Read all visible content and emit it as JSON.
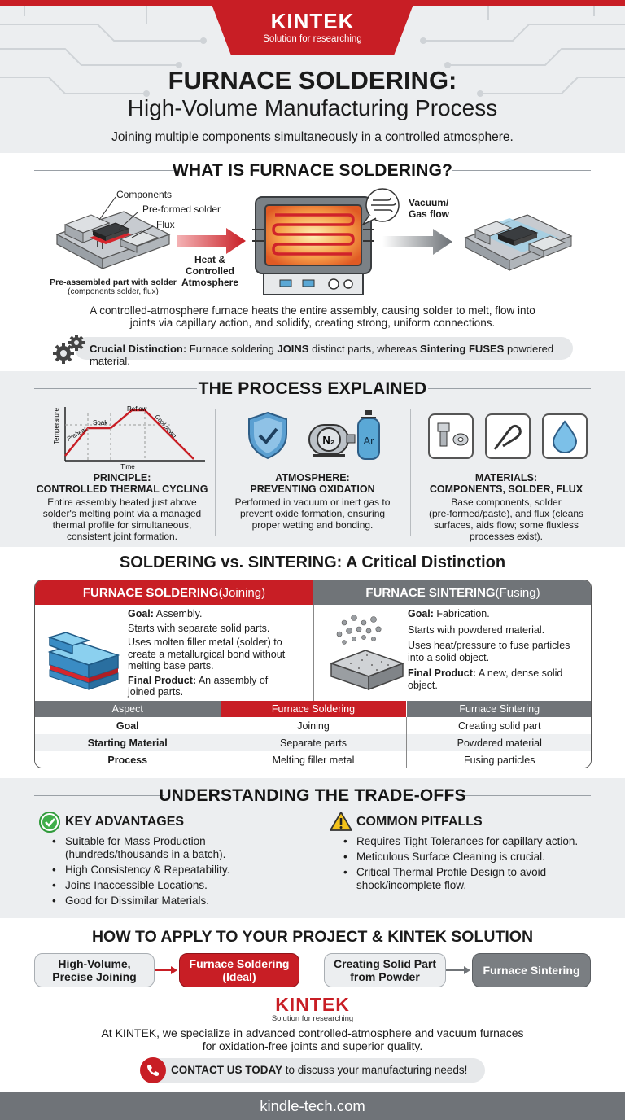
{
  "brand": {
    "name": "KINTEK",
    "tagline": "Solution for researching",
    "color": "#c81e25"
  },
  "header": {
    "title_line1": "FURNACE SOLDERING:",
    "title_line2": "High-Volume Manufacturing Process",
    "subtitle": "Joining multiple components simultaneously in a controlled atmosphere."
  },
  "what_is": {
    "heading": "WHAT IS FURNACE SOLDERING?",
    "label_components": "Components",
    "label_preformed": "Pre-formed solder",
    "label_flux": "Flux",
    "part_caption_bold": "Pre-assembled part with solder",
    "part_caption_sub": "(components solder, flux)",
    "arrow_label_1": "Heat &",
    "arrow_label_2": "Controlled",
    "arrow_label_3": "Atmosphere",
    "bubble_line1": "Vacuum/",
    "bubble_line2": "Gas flow",
    "description_1": "A controlled-atmosphere furnace heats the entire assembly, causing solder to melt, flow into",
    "description_2": "joints via capillary action, and solidify, creating strong, uniform connections.",
    "distinction_lead": "Crucial Distinction:",
    "distinction_t1": " Furnace soldering ",
    "distinction_b1": "JOINS",
    "distinction_t2": " distinct parts, whereas ",
    "distinction_b2": "Sintering FUSES",
    "distinction_t3": " powdered material."
  },
  "process": {
    "heading": "THE PROCESS EXPLAINED",
    "graph": {
      "ylabel": "Temperature",
      "xlabel": "Time",
      "phases": [
        "Preheat",
        "Soak",
        "Reflow",
        "Cool down"
      ]
    },
    "columns": [
      {
        "title_1": "PRINCIPLE:",
        "title_2": "CONTROLLED THERMAL CYCLING",
        "body": [
          "Entire assembly heated just above",
          "solder's melting point via a managed",
          "thermal profile for simultaneous,",
          "consistent joint formation."
        ]
      },
      {
        "title_1": "ATMOSPHERE:",
        "title_2": "PREVENTING OXIDATION",
        "body": [
          "Performed in vacuum or inert gas to",
          "prevent oxide formation, ensuring",
          "proper wetting and bonding."
        ],
        "gas_1": "N₂",
        "gas_2": "Ar"
      },
      {
        "title_1": "MATERIALS:",
        "title_2": "COMPONENTS, SOLDER, FLUX",
        "body": [
          "Base components, solder",
          "(pre-formed/paste), and flux (cleans",
          "surfaces, aids flow; some fluxless",
          "processes exist)."
        ]
      }
    ]
  },
  "comparison": {
    "heading": "SOLDERING vs. SINTERING: A Critical Distinction",
    "soldering": {
      "title_bold": "FURNACE SOLDERING",
      "title_rest": " (Joining)",
      "goal_label": "Goal:",
      "goal_value": " Assembly.",
      "line_1": "Starts with separate solid parts.",
      "line_2a": "Uses molten filler metal (solder) to",
      "line_2b": "create a metallurgical bond without",
      "line_2c": "melting base parts.",
      "final_label": "Final Product:",
      "final_value_a": " An assembly of",
      "final_value_b": "joined parts."
    },
    "sintering": {
      "title_bold": "FURNACE SINTERING",
      "title_rest": " (Fusing)",
      "goal_label": "Goal:",
      "goal_value": " Fabrication.",
      "line_1": "Starts with powdered material.",
      "line_2a": "Uses heat/pressure to fuse particles",
      "line_2b": "into a solid object.",
      "final_label": "Final Product:",
      "final_value_a": " A new, dense solid",
      "final_value_b": "object."
    },
    "table": {
      "headers": [
        "Aspect",
        "Furnace Soldering",
        "Furnace Sintering"
      ],
      "rows": [
        [
          "Goal",
          "Joining",
          "Creating solid part"
        ],
        [
          "Starting Material",
          "Separate parts",
          "Powdered material"
        ],
        [
          "Process",
          "Melting filler metal",
          "Fusing particles"
        ]
      ]
    }
  },
  "tradeoffs": {
    "heading": "UNDERSTANDING THE TRADE-OFFS",
    "advantages": {
      "title": "KEY ADVANTAGES",
      "items": [
        [
          "Suitable for Mass Production",
          "(hundreds/thousands in a batch)."
        ],
        [
          "High Consistency & Repeatability."
        ],
        [
          "Joins Inaccessible Locations."
        ],
        [
          "Good for Dissimilar Materials."
        ]
      ]
    },
    "pitfalls": {
      "title": "COMMON PITFALLS",
      "items": [
        [
          "Requires Tight Tolerances for capillary action."
        ],
        [
          "Meticulous Surface Cleaning is crucial."
        ],
        [
          "Critical Thermal Profile Design to avoid",
          "shock/incomplete flow."
        ]
      ]
    }
  },
  "apply": {
    "heading": "HOW TO APPLY TO YOUR PROJECT & KINTEK SOLUTION",
    "need_1": [
      "High-Volume,",
      "Precise Joining"
    ],
    "result_1": [
      "Furnace Soldering",
      "(Ideal)"
    ],
    "need_2": [
      "Creating Solid Part",
      "from Powder"
    ],
    "result_2": [
      "Furnace Sintering"
    ]
  },
  "footer": {
    "about_1": "At KINTEK, we specialize in advanced controlled-atmosphere and vacuum furnaces",
    "about_2": "for oxidation-free joints and superior quality.",
    "cta_bold": "CONTACT US TODAY",
    "cta_rest": " to discuss your manufacturing needs!",
    "url": "kindle-tech.com"
  }
}
